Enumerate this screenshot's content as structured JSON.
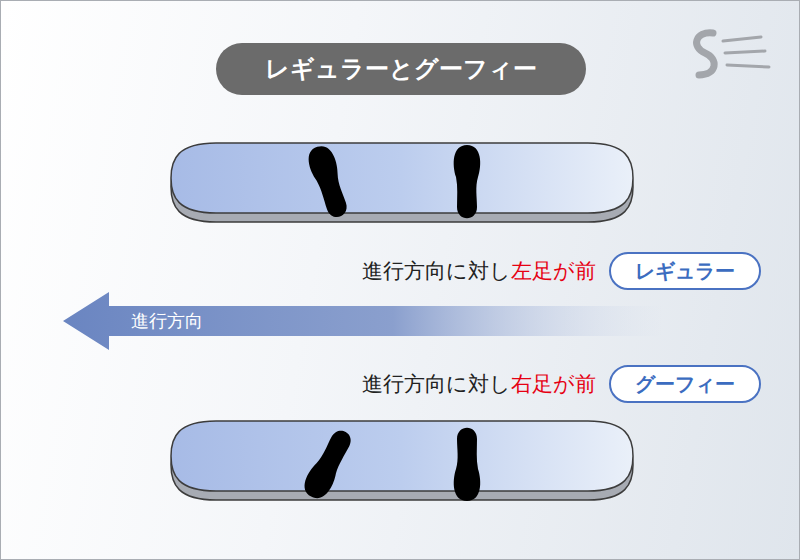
{
  "diagram": {
    "title": "レギュラーとグーフィー",
    "nodes": [
      {
        "text": [
          "レギュラー"
        ]
      },
      {
        "text": [
          "進行方向"
        ]
      },
      {
        "text": [
          "グーフィー"
        ]
      }
    ],
    "edges": [],
    "labels": [
      "進行方向に対し",
      "左足が前",
      "進行方向に対し",
      "右足が前"
    ]
  }
}
